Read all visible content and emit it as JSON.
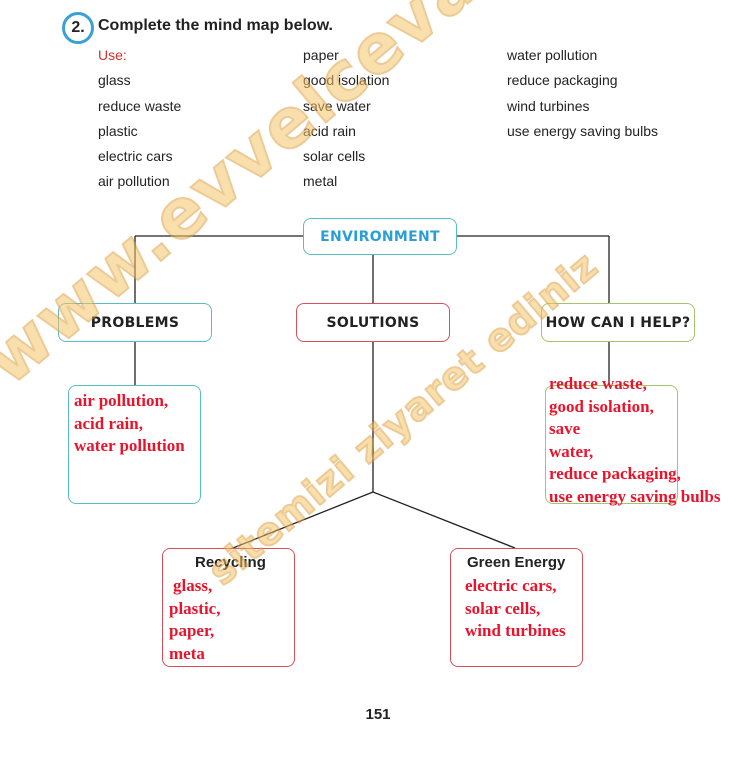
{
  "exercise": {
    "number": "2.",
    "instruction": "Complete the mind map below."
  },
  "word_bank": {
    "use_label": "Use:",
    "columns": [
      [
        "glass",
        "reduce waste",
        "plastic",
        "electric cars",
        "air pollution"
      ],
      [
        "paper",
        "good isolation",
        "save water",
        "acid rain",
        "solar cells",
        "metal"
      ],
      [
        "water pollution",
        "reduce packaging",
        "wind turbines",
        "use energy saving bulbs"
      ]
    ]
  },
  "mind_map": {
    "center": "ENVIRONMENT",
    "problems": {
      "title": "PROBLEMS",
      "answers": [
        "air pollution,",
        "acid rain,",
        "water pollution"
      ]
    },
    "solutions": {
      "title": "SOLUTIONS"
    },
    "help": {
      "title": "HOW CAN I HELP?",
      "answers": [
        "reduce waste,",
        "good isolation,",
        "save",
        "water,",
        "reduce packaging,",
        "use energy saving bulbs"
      ]
    },
    "recycling": {
      "title": "Recycling",
      "answers": [
        "glass,",
        "plastic,",
        "paper,",
        "meta"
      ]
    },
    "green_energy": {
      "title": "Green Energy",
      "answers": [
        "electric cars,",
        "solar cells,",
        "wind turbines"
      ]
    }
  },
  "watermark": {
    "main": "www.evvelcevap.com",
    "sub": "sitemizi ziyaret ediniz"
  },
  "page_number": "151",
  "colors": {
    "teal_border": "#5bbdc4",
    "red_border": "#d9505a",
    "green_border": "#a6c46a",
    "center_text": "#2a9fd6",
    "answer_text": "#e8142c",
    "use_label": "#d0312d"
  }
}
